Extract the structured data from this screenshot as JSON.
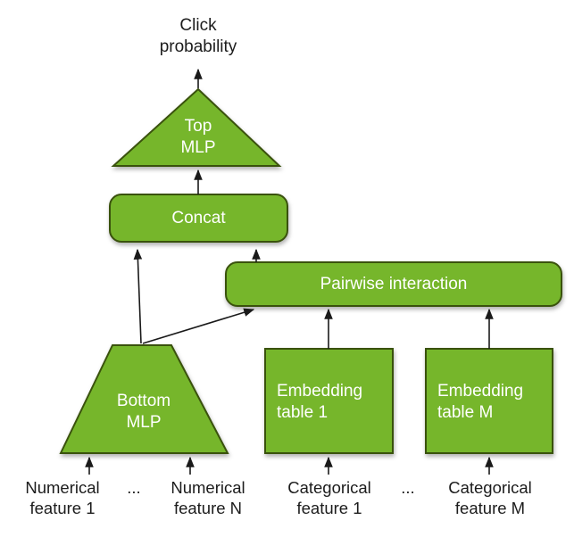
{
  "output_label": "Click probability",
  "nodes": {
    "top_mlp": {
      "label": "Top MLP",
      "shape": "triangle"
    },
    "concat": {
      "label": "Concat",
      "shape": "rounded-rect"
    },
    "pairwise_interaction": {
      "label": "Pairwise interaction",
      "shape": "rounded-rect"
    },
    "bottom_mlp": {
      "label": "Bottom MLP",
      "shape": "trapezoid"
    },
    "embedding_table_1": {
      "label": "Embedding table 1",
      "shape": "rect"
    },
    "embedding_table_m": {
      "label": "Embedding table M",
      "shape": "rect"
    }
  },
  "inputs": {
    "numerical_feature_1": "Numerical feature 1",
    "numerical_ellipsis": "...",
    "numerical_feature_n": "Numerical feature N",
    "categorical_feature_1": "Categorical feature 1",
    "categorical_ellipsis": "...",
    "categorical_feature_m": "Categorical feature M"
  },
  "colors": {
    "node_fill": "#76b62b",
    "node_border": "#3a520d",
    "node_text": "#ffffff",
    "text": "#1c1c1c",
    "arrow": "#1a1a1a",
    "background": "#ffffff"
  }
}
